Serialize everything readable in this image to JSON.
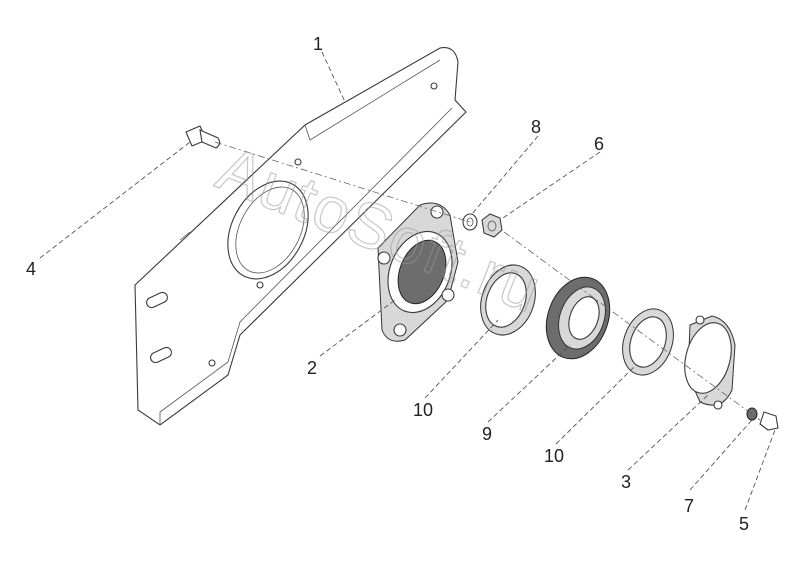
{
  "watermark": "AutoSoft.ru",
  "callouts": [
    {
      "id": "1",
      "label": "1"
    },
    {
      "id": "2",
      "label": "2"
    },
    {
      "id": "3",
      "label": "3"
    },
    {
      "id": "4",
      "label": "4"
    },
    {
      "id": "5",
      "label": "5"
    },
    {
      "id": "6",
      "label": "6"
    },
    {
      "id": "7",
      "label": "7"
    },
    {
      "id": "8",
      "label": "8"
    },
    {
      "id": "9",
      "label": "9"
    },
    {
      "id": "10a",
      "label": "10"
    },
    {
      "id": "10b",
      "label": "10"
    }
  ]
}
